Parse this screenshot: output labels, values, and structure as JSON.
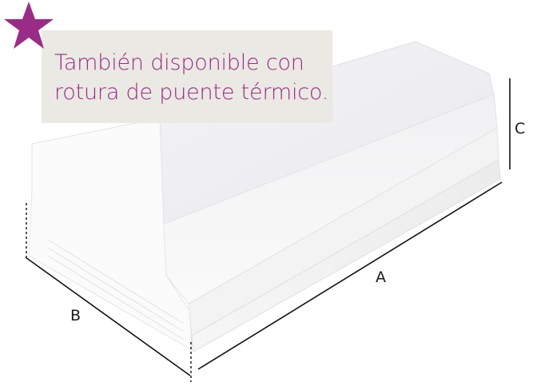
{
  "note": {
    "line1": "También disponible con",
    "line2": "rotura de puente térmico.",
    "text_color": "#9a2b86",
    "background_color": "#ebe9e3"
  },
  "star_icon": {
    "name": "star-icon",
    "color": "#9a2b86"
  },
  "dimensions": {
    "a_label": "A",
    "b_label": "B",
    "c_label": "C"
  },
  "product": {
    "description_icon": "window-sill-block-image",
    "color": "#ffffff"
  }
}
